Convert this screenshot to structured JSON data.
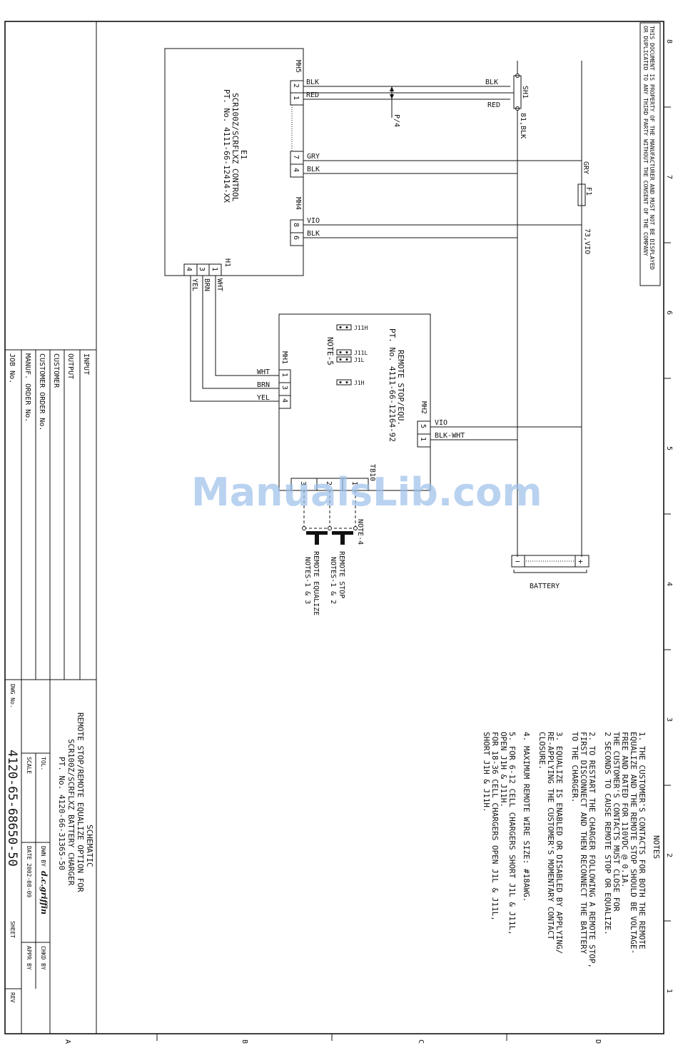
{
  "notice": {
    "line1": "THIS DOCUMENT IS PROPERTY OF THE MANUFACTURER AND MUST NOT BE DISPLAYED",
    "line2": "OR DUPLICATED TO ANY THIRD PARTY WITHOUT THE CONSENT OF THE COMPANY"
  },
  "zones": {
    "numbers": [
      "8",
      "7",
      "6",
      "5",
      "4",
      "3",
      "2",
      "1"
    ],
    "letters": [
      "A",
      "B",
      "C",
      "D"
    ]
  },
  "e1": {
    "ref": "E1",
    "line1": "SCR100Z/SCRFLXZ CONTROL",
    "line2": "PT. No. 4111-66-12414-XX",
    "mh5": "MH5",
    "mh5_pins": [
      "2",
      "1"
    ],
    "mid_pins": [
      "7",
      "4"
    ],
    "mh4": "MH4",
    "mh4_pins": [
      "8",
      "6"
    ],
    "h1": "H1",
    "h1_pins": [
      "1",
      "3",
      "4"
    ]
  },
  "remote_board": {
    "line1": "REMOTE STOP/EQU.",
    "line2": "PT. No. 4111-66-12164-92",
    "note5": "NOTE-5",
    "jumpers": [
      "J11H",
      "J11L",
      "J1L",
      "J1H"
    ],
    "mh1": "MH1",
    "mh1_pins": [
      "1",
      "3",
      "4"
    ],
    "mh2": "MH2",
    "mh2_pins": [
      "5",
      "1"
    ],
    "tb10": "TB10",
    "tb_pins": [
      "3",
      "2",
      "1"
    ]
  },
  "wires": {
    "blk": "BLK",
    "red": "RED",
    "gry": "GRY",
    "vio": "VIO",
    "wht": "WHT",
    "brn": "BRN",
    "yel": "YEL",
    "blk_wht": "BLK-WHT",
    "p4": "P/4",
    "sh1": "SH1",
    "w81": "81,BLK",
    "f1": "F1",
    "w73": "73,VIO"
  },
  "battery": {
    "label": "BATTERY",
    "plus": "+",
    "minus": "−"
  },
  "switches": {
    "note4": "NOTE-4",
    "stop_line1": "REMOTE STOP",
    "stop_line2": "NOTES-1 & 2",
    "eq_line1": "REMOTE EQUALIZE",
    "eq_line2": "NOTES-1 & 3"
  },
  "notes": {
    "title": "NOTES",
    "lines": [
      "1.  THE CUSTOMER'S CONTACTS FOR BOTH THE REMOTE",
      "    EQUALIZE AND THE REMOTE STOP SHOULD BE VOLTAGE-",
      "    FREE AND RATED FOR 110VDC @ 0.1A.",
      "    THE CUSTOMER'S CONTACTS MUST CLOSE FOR",
      "    2 SECONDS TO CAUSE REMOTE STOP OR EQUALIZE.",
      "2.  TO RESTART THE CHARGER FOLLOWING A REMOTE STOP,",
      "    FIRST DISCONNECT AND THEN RECONNECT THE BATTERY",
      "    TO THE CHARGER.",
      "3.  EQUALIZE IS ENABLED OR DISABLED BY APPLYING/",
      "    RE-APPLYING THE CUSTOMER'S MOMENTARY CONTACT",
      "    CLOSURE.",
      "4.  MAXIMUM REMOTE WIRE SIZE: #18AWG.",
      "5.  FOR 6-12 CELL CHARGERS SHORT J1L & J11L,",
      "    OPEN J1H & J11H.",
      "    FOR 18-36 CELL CHARGERS OPEN J1L & J11L,",
      "    SHORT J1H & J11H."
    ]
  },
  "title_block": {
    "rows": [
      "INPUT",
      "OUTPUT",
      "CUSTOMER",
      "CUSTOMER ORDER No.",
      "MANUF. ORDER No.",
      "JOB No."
    ],
    "title_lines": [
      "SCHEMATIC",
      "REMOTE STOP/REMOTE EQUALIZE OPTION FOR",
      "SCR100Z/SCRFLXZ BATTERY CHARGER",
      "PT. No. 4120-66-31365-50"
    ],
    "tol": "TOL.",
    "dwn_by": "DWN BY",
    "signature": "d.c.griffin",
    "chkd_by": "CHKD BY",
    "scale": "SCALE",
    "date": "DATE 2002-08-09",
    "appr_by": "APPR BY",
    "dwg_no_label": "DWG No.",
    "dwg_no": "4120-65-68650-50",
    "sheet": "SHEET",
    "rev": "REV"
  },
  "watermark": "ManualsLib.com"
}
